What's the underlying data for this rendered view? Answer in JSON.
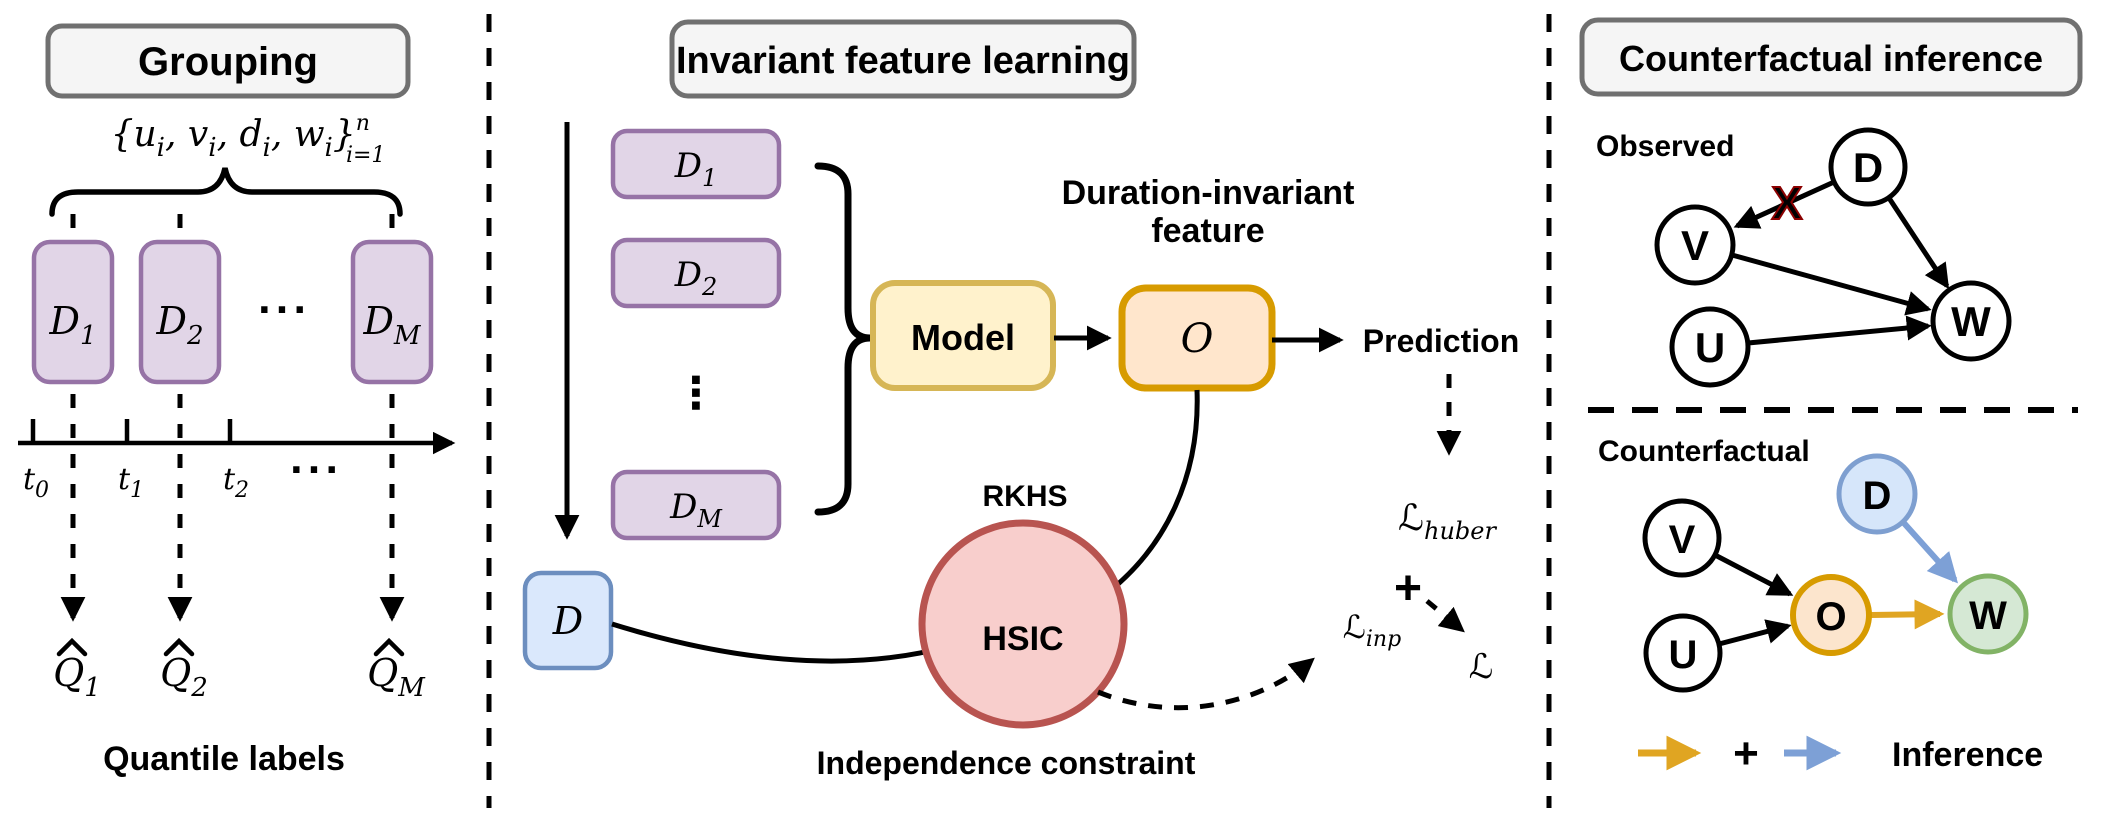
{
  "grouping": {
    "title": "Grouping",
    "set_expr": {
      "p1": "{u",
      "s1": "i",
      "p2": ", v",
      "s2": "i",
      "p3": ", d",
      "s3": "i",
      "p4": ", w",
      "s4": "i",
      "rbrace": "}",
      "sup": "n",
      "lim": "i=1"
    },
    "groups": [
      {
        "base": "D",
        "sub": "1"
      },
      {
        "base": "D",
        "sub": "2"
      },
      {
        "base": "D",
        "sub": "M"
      }
    ],
    "group_dots": "···",
    "axis_ticks": [
      {
        "base": "t",
        "sub": "0"
      },
      {
        "base": "t",
        "sub": "1"
      },
      {
        "base": "t",
        "sub": "2"
      }
    ],
    "axis_dots": "···",
    "quantiles": [
      {
        "hat": "^",
        "base": "Q",
        "sub": "1"
      },
      {
        "hat": "^",
        "base": "Q",
        "sub": "2"
      },
      {
        "hat": "^",
        "base": "Q",
        "sub": "M"
      }
    ],
    "caption": "Quantile labels"
  },
  "invariant": {
    "title": "Invariant feature learning",
    "stack": [
      {
        "base": "D",
        "sub": "1"
      },
      {
        "base": "D",
        "sub": "2"
      },
      {
        "base": "D",
        "sub": "M"
      }
    ],
    "stack_dots": "⋮",
    "model_label": "Model",
    "feature_label": "O",
    "feature_caption_line1": "Duration-invariant",
    "feature_caption_line2": "feature",
    "prediction_label": "Prediction",
    "rkhs_label": "RKHS",
    "hsic_label": "HSIC",
    "duration_label": "D",
    "caption": "Independence constraint",
    "loss_huber": {
      "base": "ℒ",
      "sub": "huber"
    },
    "loss_inp": {
      "base": "ℒ",
      "sub": "inp"
    },
    "loss_total": "ℒ",
    "plus": "+"
  },
  "counterfactual": {
    "title": "Counterfactual inference",
    "observed_label": "Observed",
    "counterfactual_label": "Counterfactual",
    "observed_nodes": [
      {
        "id": "D",
        "label": "D"
      },
      {
        "id": "V",
        "label": "V"
      },
      {
        "id": "U",
        "label": "U"
      },
      {
        "id": "W",
        "label": "W"
      }
    ],
    "blocked_mark": "X",
    "cf_nodes": [
      {
        "id": "V",
        "label": "V"
      },
      {
        "id": "D",
        "label": "D"
      },
      {
        "id": "U",
        "label": "U"
      },
      {
        "id": "O",
        "label": "O"
      },
      {
        "id": "W",
        "label": "W"
      }
    ],
    "legend": {
      "plus": "+",
      "label": "Inference"
    }
  },
  "colors": {
    "purple_fill": "#e1d5e7",
    "purple_stroke": "#9673a6",
    "yellow_fill": "#fff2cc",
    "yellow_stroke": "#d6b656",
    "orange_fill": "#ffe6cc",
    "orange_stroke": "#d79b00",
    "pink_fill": "#f8cecc",
    "pink_stroke": "#b85450",
    "blue_fill": "#dae8fc",
    "blue_stroke": "#6c8ebf",
    "node_blue_fill": "#d6e6fa",
    "node_blue_stroke": "#7e9fd0",
    "green_fill": "#d5e8d4",
    "green_stroke": "#82b366",
    "gold_arrow": "#e0a522",
    "blue_arrow": "#7da0d6",
    "red_x": "#cc0000",
    "header_fill": "#f5f5f5",
    "header_stroke": "#707070"
  }
}
